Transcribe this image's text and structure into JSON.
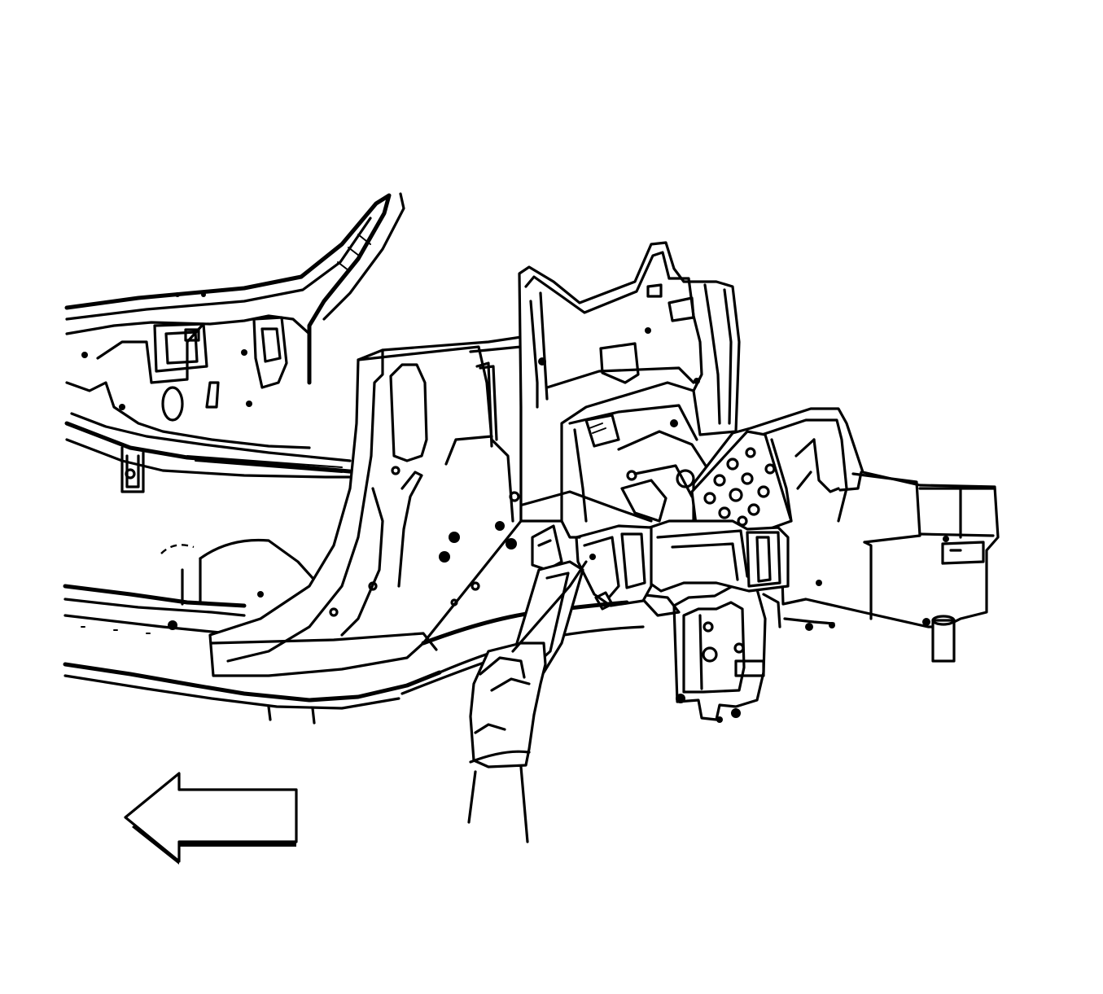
{
  "figure": {
    "background": "#ffffff",
    "line_color": "#000000",
    "components": [
      "windshield-pillar",
      "dash-panel",
      "rocker-panel",
      "hinge-pillar",
      "front-frame-rail",
      "strut-tower",
      "radiator-support",
      "gloved-hand",
      "direction-arrow"
    ],
    "arrow_direction": "left"
  }
}
